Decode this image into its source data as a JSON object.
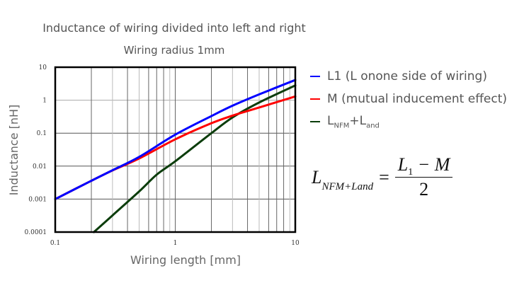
{
  "chart_data": {
    "type": "line",
    "title": "Inductance of wiring divided into left and right",
    "subtitle": "Wiring radius 1mm",
    "xlabel": "Wiring length [mm]",
    "ylabel": "Inductance [nH]",
    "xscale": "log",
    "yscale": "log",
    "xlim": [
      0.1,
      10
    ],
    "ylim": [
      0.0001,
      10
    ],
    "xticks": [
      "0.1",
      "1",
      "10"
    ],
    "yticks": [
      "10",
      "1",
      "0.1",
      "0.01",
      "0.001",
      "0.0001"
    ],
    "grid": true,
    "legend_position": "right",
    "series": [
      {
        "name": "L1  (L onone side of wiring)",
        "color": "#0000ff",
        "x": [
          0.1,
          0.2,
          0.3,
          0.5,
          1,
          2,
          3,
          5,
          10
        ],
        "y": [
          0.001,
          0.0036,
          0.0075,
          0.019,
          0.09,
          0.33,
          0.68,
          1.5,
          4.1
        ]
      },
      {
        "name": "M (mutual inducement effect)",
        "color": "#ff0000",
        "x": [
          0.1,
          0.2,
          0.3,
          0.5,
          1,
          2,
          3,
          5,
          10
        ],
        "y": [
          0.001,
          0.0036,
          0.0074,
          0.017,
          0.065,
          0.2,
          0.34,
          0.6,
          1.3
        ]
      },
      {
        "name": "L_NFM + L_and",
        "color": "#0b3d0b",
        "x": [
          0.21,
          0.3,
          0.5,
          0.7,
          1,
          2,
          3,
          5,
          10
        ],
        "y": [
          0.0001,
          0.00032,
          0.0017,
          0.0055,
          0.014,
          0.1,
          0.3,
          0.85,
          2.8
        ]
      }
    ]
  },
  "legend": [
    {
      "main": "L1  (L onone side of wiring)",
      "color": "#0000ff"
    },
    {
      "main": "M (mutual inducement effect)",
      "color": "#ff0000"
    },
    {
      "main": "L",
      "sub1": "NFM",
      "plus": "+L",
      "sub2": "and",
      "color": "#0b3d0b"
    }
  ],
  "formula": {
    "lhs": "L",
    "lhs_sub": "NFM+Land",
    "eq": "=",
    "num_l": "L",
    "num_sub": "1",
    "num_rest": " − M",
    "den": "2"
  }
}
